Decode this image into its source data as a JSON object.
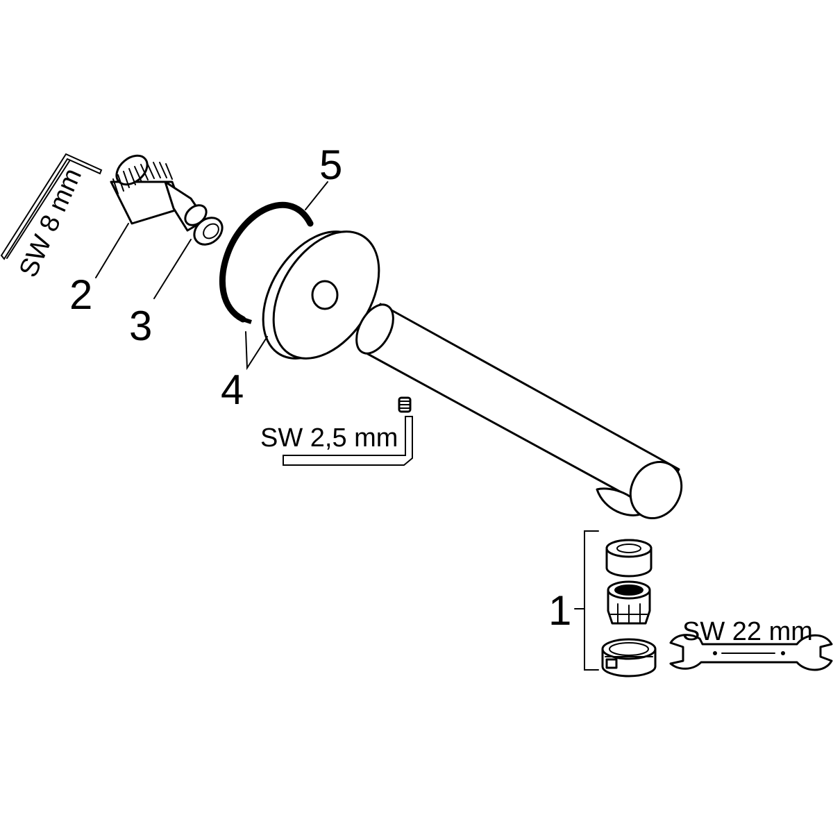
{
  "callouts": {
    "one": "1",
    "two": "2",
    "three": "3",
    "four": "4",
    "five": "5"
  },
  "tool_labels": {
    "hex_key_large": "SW 8 mm",
    "hex_key_small": "SW 2,5 mm",
    "wrench": "SW 22 mm"
  },
  "icons": [
    "hex-key-icon",
    "open-end-wrench-icon",
    "threaded-connector-icon",
    "wall-rosette-icon",
    "spout-icon",
    "aerator-icon",
    "set-screw-icon"
  ]
}
